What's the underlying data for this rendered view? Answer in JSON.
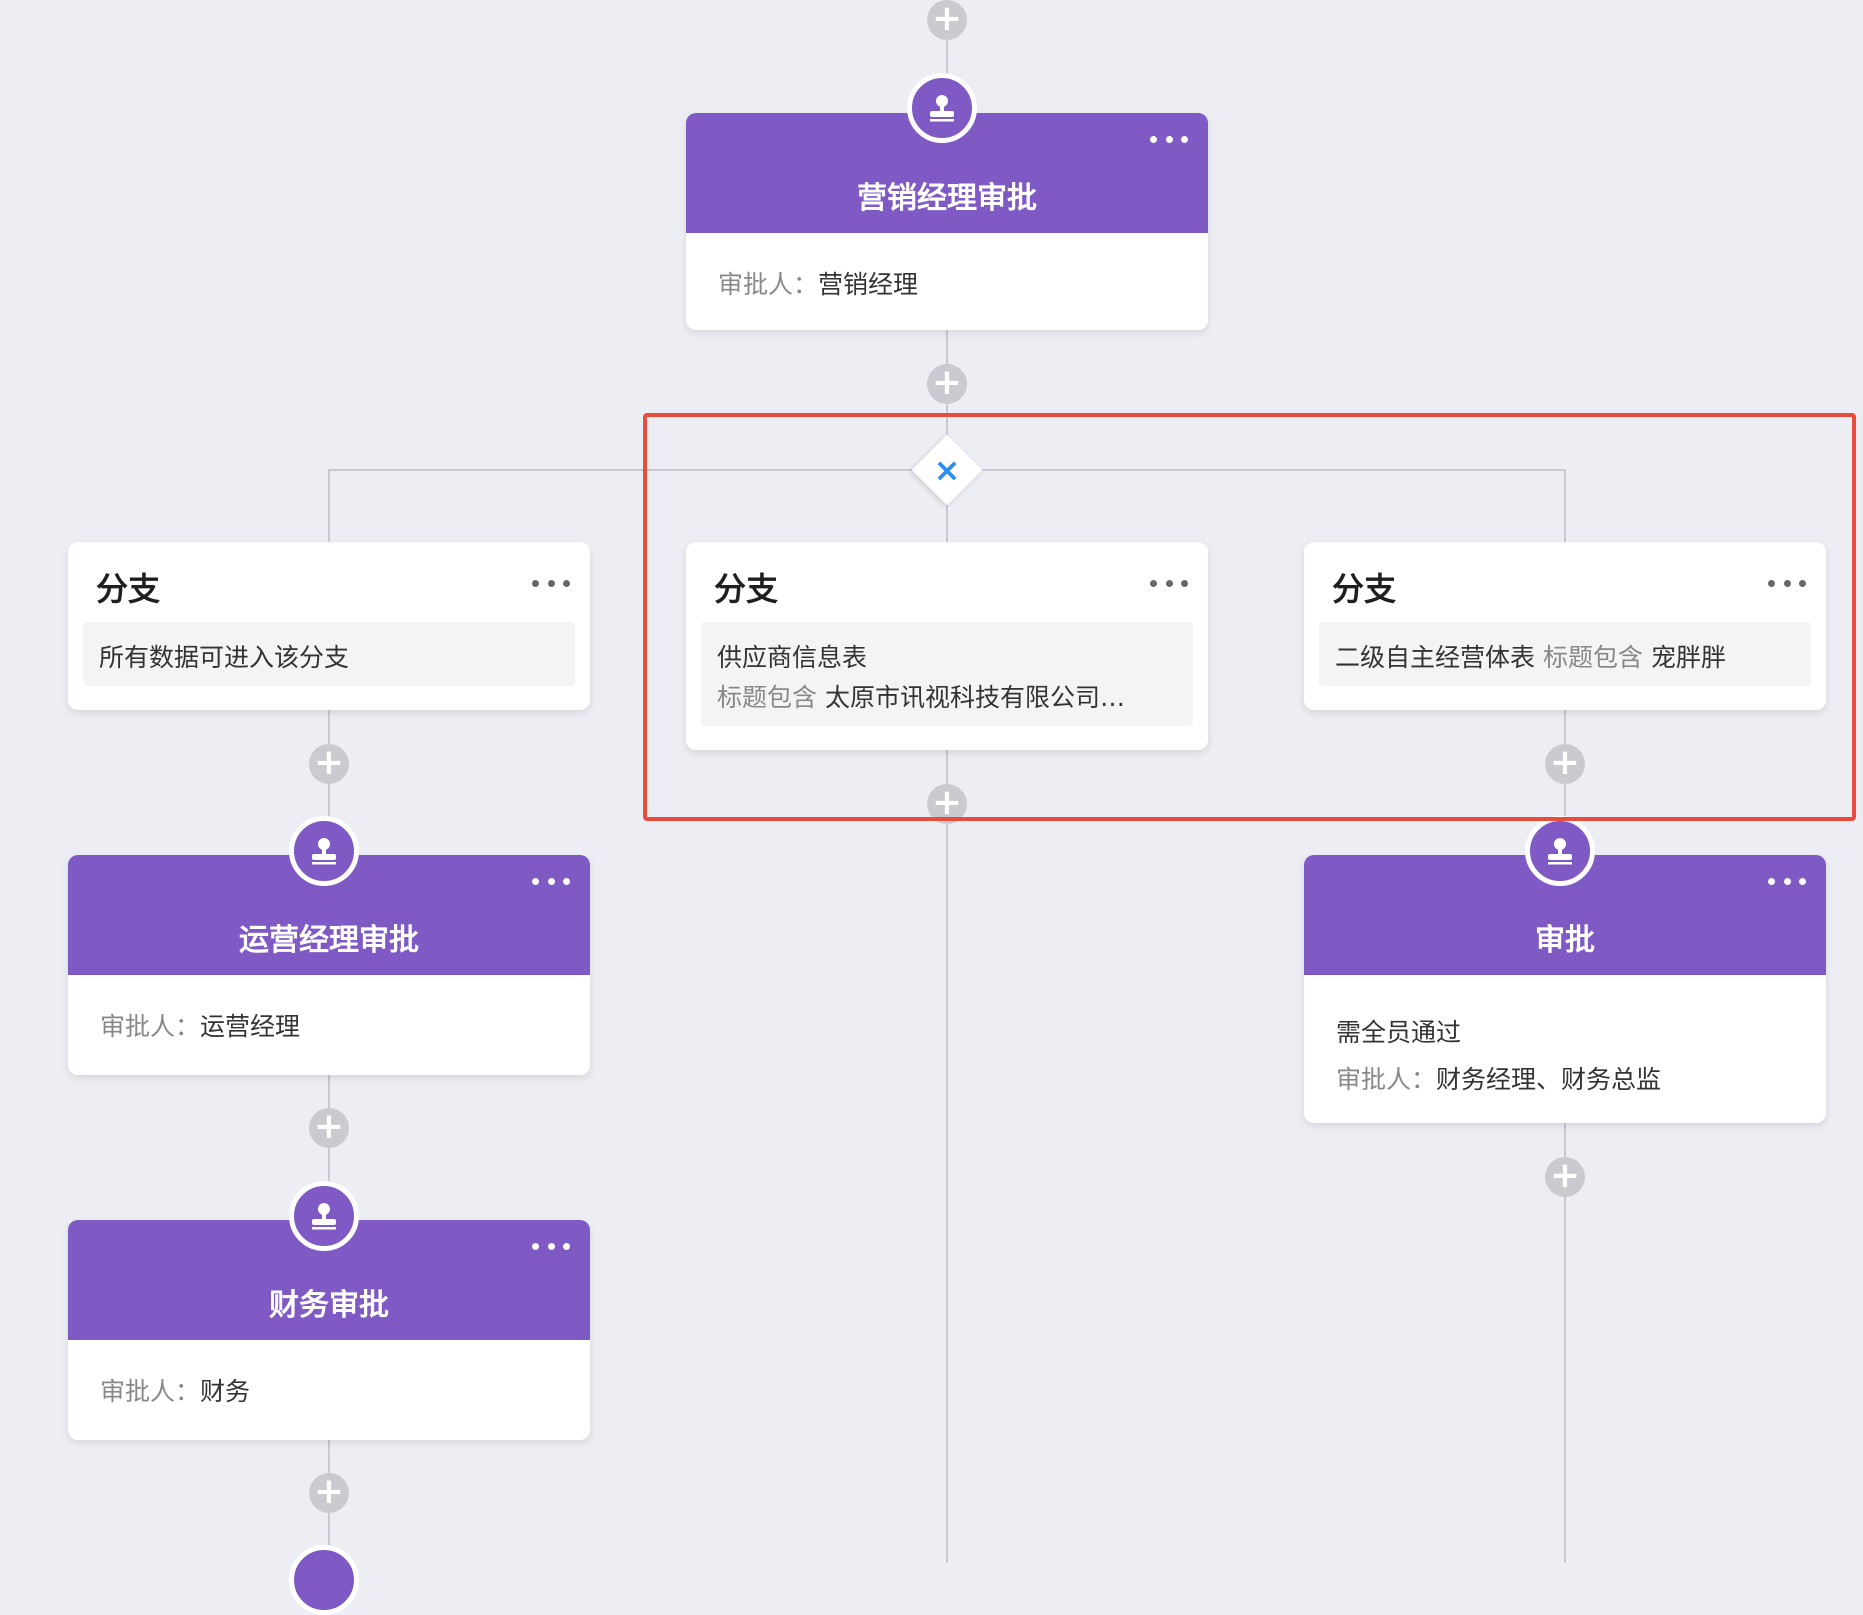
{
  "colors": {
    "node_purple": "#7f59c4",
    "background": "#eceef4",
    "highlight_red": "#e74c3c",
    "condition_x_blue": "#2d8cf0"
  },
  "icons": {
    "add": "plus-icon",
    "approver": "stamp-icon",
    "more": "ellipsis-icon",
    "branch_condition": "close-x-icon"
  },
  "plus_symbol": "+",
  "condition_node": {
    "symbol": "×"
  },
  "nodes": {
    "marketing_approval": {
      "title": "营销经理审批",
      "approver_label": "审批人：",
      "approver": "营销经理"
    },
    "ops_approval": {
      "title": "运营经理审批",
      "approver_label": "审批人：",
      "approver": "运营经理"
    },
    "finance_approval": {
      "title": "财务审批",
      "approver_label": "审批人：",
      "approver": "财务"
    },
    "right_approval": {
      "title": "审批",
      "rule": "需全员通过",
      "approver_label": "审批人：",
      "approver": "财务经理、财务总监"
    }
  },
  "branches": [
    {
      "title": "分支",
      "condition": "所有数据可进入该分支"
    },
    {
      "title": "分支",
      "form": "供应商信息表",
      "condition_label": "标题包含",
      "condition_value": "太原市讯视科技有限公司…"
    },
    {
      "title": "分支",
      "form": "二级自主经营体表",
      "condition_label": "标题包含",
      "condition_value": "宠胖胖"
    }
  ]
}
